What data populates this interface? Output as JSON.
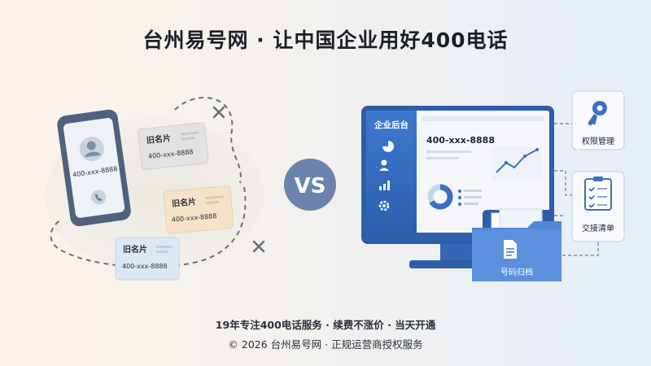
{
  "title": "台州易号网 · 让中国企业用好400电话",
  "left": {
    "phone_number": "400-xxx-8888",
    "cards": [
      {
        "label": "旧名片",
        "number": "400-xxx-8888"
      },
      {
        "label": "旧名片",
        "number": "400-xxx-8888"
      },
      {
        "label": "旧名片",
        "number": "400-xxx-8888"
      }
    ]
  },
  "vs_label": "VS",
  "right": {
    "sidebar_title": "企业后台",
    "dashboard_number": "400-xxx-8888",
    "side_badges": [
      {
        "label": "权限管理",
        "icon": "key-icon"
      },
      {
        "label": "交接清单",
        "icon": "checklist-icon"
      }
    ],
    "folder_label": "号码归档"
  },
  "footer": {
    "line1": "19年专注400电话服务 · 续费不涨价 · 当天开通",
    "line2": "© 2026 台州易号网 · 正规运营商授权服务"
  },
  "colors": {
    "accent_blue": "#3b6fc4",
    "dark_blue": "#2f5ea8",
    "vs_circle": "#6b84ae",
    "card_gray": "#e3e3e3",
    "card_orange": "#f6e3c7",
    "card_blue": "#dde6f3"
  }
}
